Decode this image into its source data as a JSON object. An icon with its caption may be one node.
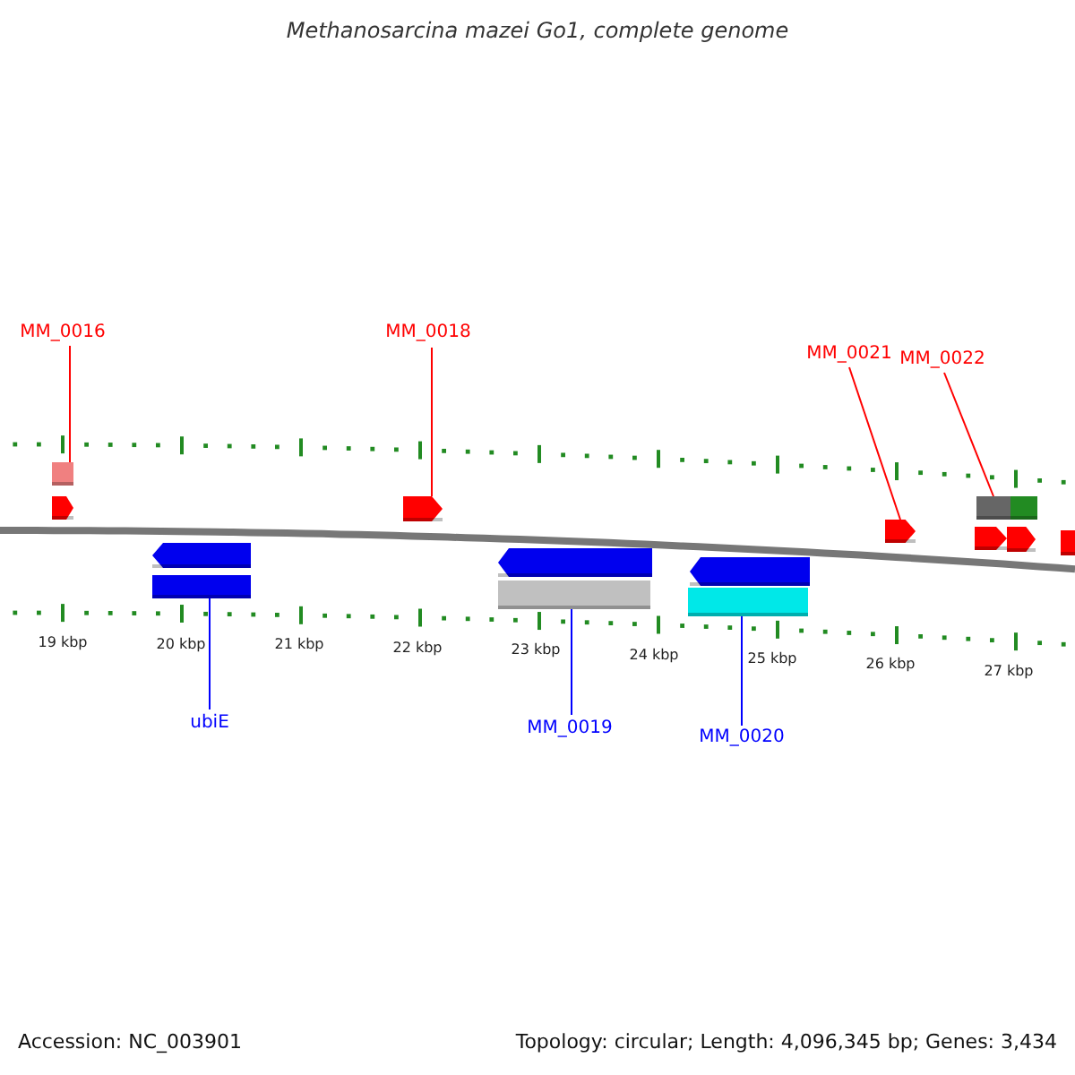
{
  "diagram": {
    "title": "Methanosarcina mazei Go1, complete genome",
    "nodes": [
      {
        "text": [
          "MM_0016"
        ]
      },
      {
        "text": [
          "MM_0018"
        ]
      },
      {
        "text": [
          "MM_0021"
        ]
      },
      {
        "text": [
          "MM_0022"
        ]
      },
      {
        "text": [],
        "shape": "box"
      },
      {
        "text": [],
        "shape": "pentagon"
      },
      {
        "text": [],
        "shape": "pentagon"
      },
      {
        "text": [],
        "shape": "pentagon"
      },
      {
        "text": [],
        "shape": "box"
      },
      {
        "text": [],
        "shape": "box"
      },
      {
        "text": [],
        "shape": "pentagon"
      },
      {
        "text": [],
        "shape": "pentagon"
      },
      {
        "text": [],
        "shape": "pentagon"
      },
      {
        "text": [],
        "shape": "pentagon"
      },
      {
        "text": [],
        "shape": "box"
      },
      {
        "text": [],
        "shape": "pentagon"
      },
      {
        "text": [],
        "shape": "box"
      },
      {
        "text": [],
        "shape": "pentagon"
      },
      {
        "text": [],
        "shape": "box"
      },
      {
        "text": [
          "ubiE"
        ]
      },
      {
        "text": [
          "MM_0019"
        ]
      },
      {
        "text": [
          "MM_0020"
        ]
      }
    ],
    "edges": [
      {
        "from": 0,
        "to": 4,
        "arrow": "none",
        "color": "#ff0000"
      },
      {
        "from": 1,
        "to": 6,
        "arrow": "none",
        "color": "#ff0000"
      },
      {
        "from": 2,
        "to": 7,
        "arrow": "none",
        "color": "#ff0000"
      },
      {
        "from": 3,
        "to": 8,
        "arrow": "none",
        "color": "#ff0000"
      },
      {
        "from": 19,
        "to": 14,
        "arrow": "none",
        "color": "#0000ff"
      },
      {
        "from": 20,
        "to": 16,
        "arrow": "none",
        "color": "#0000ff"
      },
      {
        "from": 21,
        "to": 18,
        "arrow": "none",
        "color": "#0000ff"
      }
    ],
    "labels": [
      "19 kbp",
      "20 kbp",
      "21 kbp",
      "22 kbp",
      "23 kbp",
      "24 kbp",
      "25 kbp",
      "26 kbp",
      "27 kbp",
      "Accession: NC_003901",
      "Topology: circular; Length: 4,096,345 bp; Genes: 3,434"
    ]
  }
}
